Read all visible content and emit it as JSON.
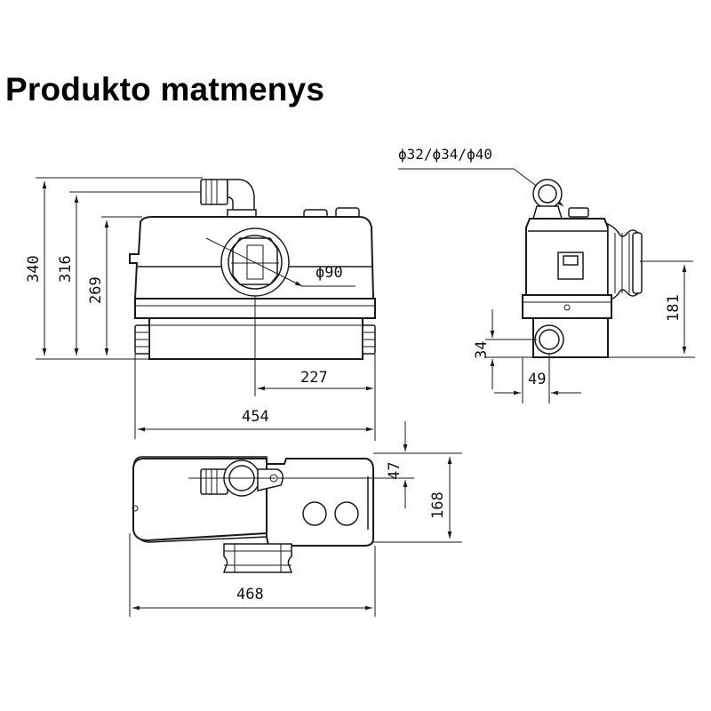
{
  "title": "Produkto matmenys",
  "dimensions": {
    "height_total": "340",
    "height_inlet_top": "316",
    "height_body": "269",
    "outlet_diameter": "ϕ90",
    "outlet_offset": "227",
    "body_length": "454",
    "side_inlet_diameters": "ϕ32/ϕ34/ϕ40",
    "side_height": "181",
    "small_inlet_height": "34",
    "small_inlet_offset": "49",
    "top_offset": "47",
    "depth": "168",
    "top_length": "468"
  }
}
